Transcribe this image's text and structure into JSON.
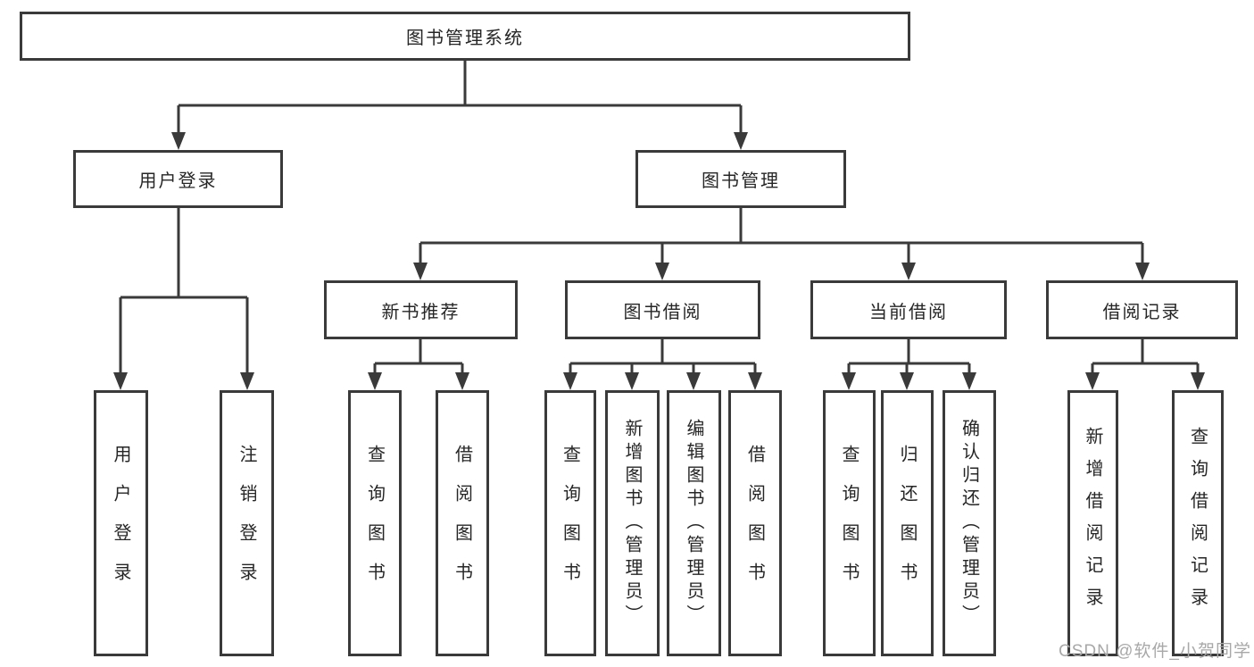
{
  "diagram_title": "图书管理系统",
  "tree": {
    "label": "图书管理系统",
    "children": [
      {
        "label": "用户登录",
        "children": [
          {
            "label": "用户登录"
          },
          {
            "label": "注销登录"
          }
        ]
      },
      {
        "label": "图书管理",
        "children": [
          {
            "label": "新书推荐",
            "children": [
              {
                "label": "查询图书"
              },
              {
                "label": "借阅图书"
              }
            ]
          },
          {
            "label": "图书借阅",
            "children": [
              {
                "label": "查询图书"
              },
              {
                "label": "新增图书（管理员）"
              },
              {
                "label": "编辑图书（管理员）"
              },
              {
                "label": "借阅图书"
              }
            ]
          },
          {
            "label": "当前借阅",
            "children": [
              {
                "label": "查询图书"
              },
              {
                "label": "归还图书"
              },
              {
                "label": "确认归还（管理员）"
              }
            ]
          },
          {
            "label": "借阅记录",
            "children": [
              {
                "label": "新增借阅记录"
              },
              {
                "label": "查询借阅记录"
              }
            ]
          }
        ]
      }
    ]
  },
  "watermark": {
    "text": "CSDN @软件_小贺同学"
  },
  "colors": {
    "line": "#3a3a3a",
    "text": "#262626",
    "watermark": "#a8a8a8",
    "background": "#ffffff"
  }
}
